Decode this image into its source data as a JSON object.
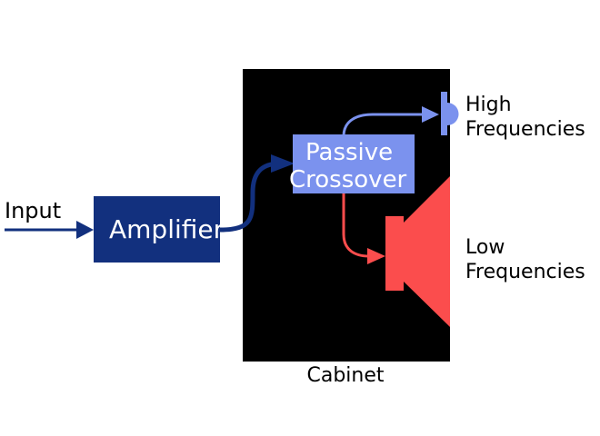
{
  "labels": {
    "input": "Input",
    "amplifier": "Amplifier",
    "crossover_line1": "Passive",
    "crossover_line2": "Crossover",
    "cabinet": "Cabinet",
    "high_line1": "High",
    "high_line2": "Frequencies",
    "low_line1": "Low",
    "low_line2": "Frequencies"
  },
  "colors": {
    "background": "#ffffff",
    "cabinet": "#000000",
    "amplifier": "#12307e",
    "signal_dark": "#12307e",
    "crossover": "#7b92ee",
    "tweeter": "#7b92ee",
    "woofer": "#fb4d4d",
    "text_dark": "#000000",
    "text_light": "#ffffff"
  }
}
